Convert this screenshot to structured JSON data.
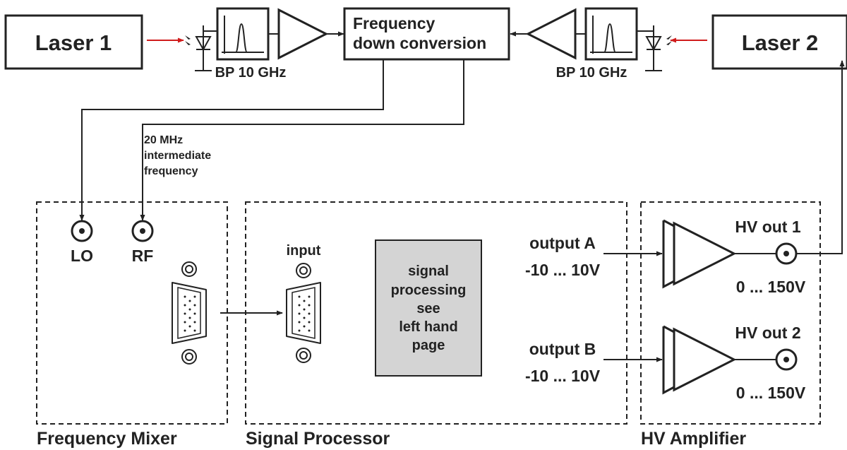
{
  "lasers": {
    "laser1": "Laser 1",
    "laser2": "Laser 2"
  },
  "filters": {
    "left_label": "BP 10 GHz",
    "right_label": "BP 10 GHz"
  },
  "converter": {
    "line1": "Frequency",
    "line2": "down conversion"
  },
  "if_note": {
    "line1": "20 MHz",
    "line2": "intermediate",
    "line3": "frequency"
  },
  "mixer": {
    "section_label": "Frequency Mixer",
    "lo_label": "LO",
    "rf_label": "RF"
  },
  "processor": {
    "section_label": "Signal Processor",
    "input_label": "input",
    "box_lines": [
      "signal",
      "processing",
      "see",
      "left hand",
      "page"
    ],
    "output_a": "output A",
    "output_a_range": "-10 ... 10V",
    "output_b": "output B",
    "output_b_range": "-10 ... 10V"
  },
  "amplifier": {
    "section_label": "HV Amplifier",
    "out1": "HV out 1",
    "out1_range": "0 ... 150V",
    "out2": "HV out 2",
    "out2_range": "0 ... 150V"
  },
  "colors": {
    "ink": "#222222",
    "beam": "#d01c1c",
    "processing_box": "#d4d4d4"
  }
}
